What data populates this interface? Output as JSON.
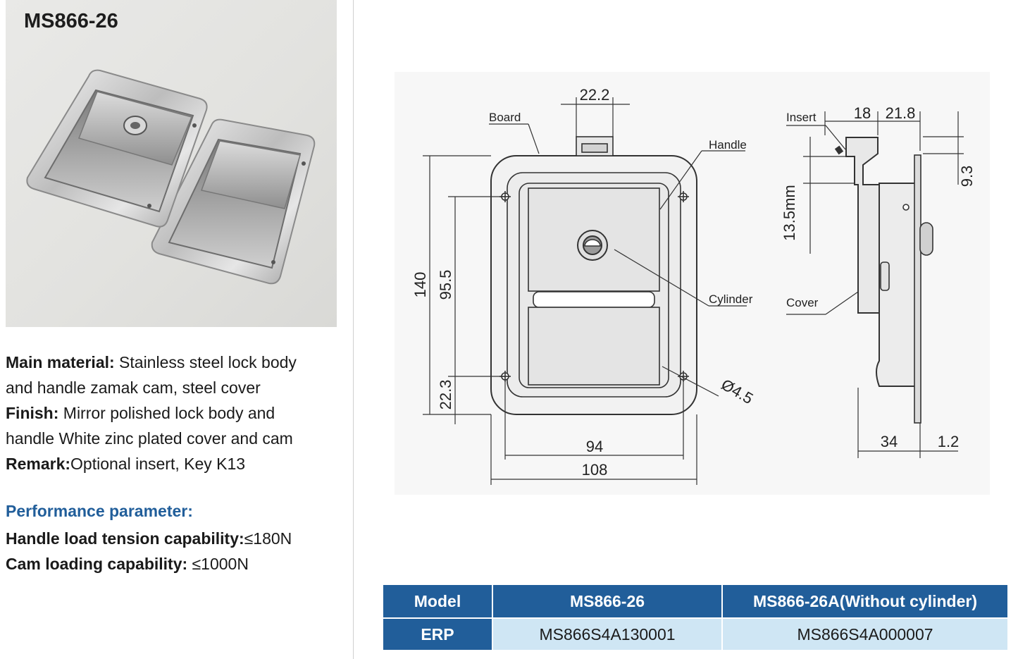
{
  "product": {
    "title": "MS866-26"
  },
  "specs": {
    "material_label": "Main material:",
    "material_value_1": " Stainless steel lock body",
    "material_value_2": "and handle zamak cam, steel cover",
    "finish_label": "Finish:",
    "finish_value_1": " Mirror polished lock body and",
    "finish_value_2": "handle White zinc plated cover and cam",
    "remark_label": "Remark:",
    "remark_value": "Optional insert, Key K13"
  },
  "performance": {
    "heading": "Performance parameter:",
    "handle_label": "Handle load tension capability:",
    "handle_value": "≤180N",
    "cam_label": "Cam loading capability:",
    "cam_value": " ≤1000N"
  },
  "drawing": {
    "labels": {
      "board": "Board",
      "handle": "Handle",
      "cylinder": "Cylinder",
      "insert": "Insert",
      "cover": "Cover"
    },
    "dimensions": {
      "top_width": "22.2",
      "height_total": "140",
      "height_holes": "95.5",
      "hole_offset": "22.3",
      "hole_diameter": "Ø4.5",
      "inner_width": "94",
      "outer_width": "108",
      "insert_width": "18",
      "side_top": "21.8",
      "side_height": "13.5mm",
      "side_right": "9.3",
      "side_depth": "34",
      "flange": "1.2"
    }
  },
  "table": {
    "headers": [
      "Model",
      "MS866-26",
      "MS866-26A(Without cylinder)"
    ],
    "row_label": "ERP",
    "row_values": [
      "MS866S4A130001",
      "MS866S4A000007"
    ]
  },
  "colors": {
    "accent_blue": "#215e9a",
    "table_cell": "#cfe6f4"
  }
}
